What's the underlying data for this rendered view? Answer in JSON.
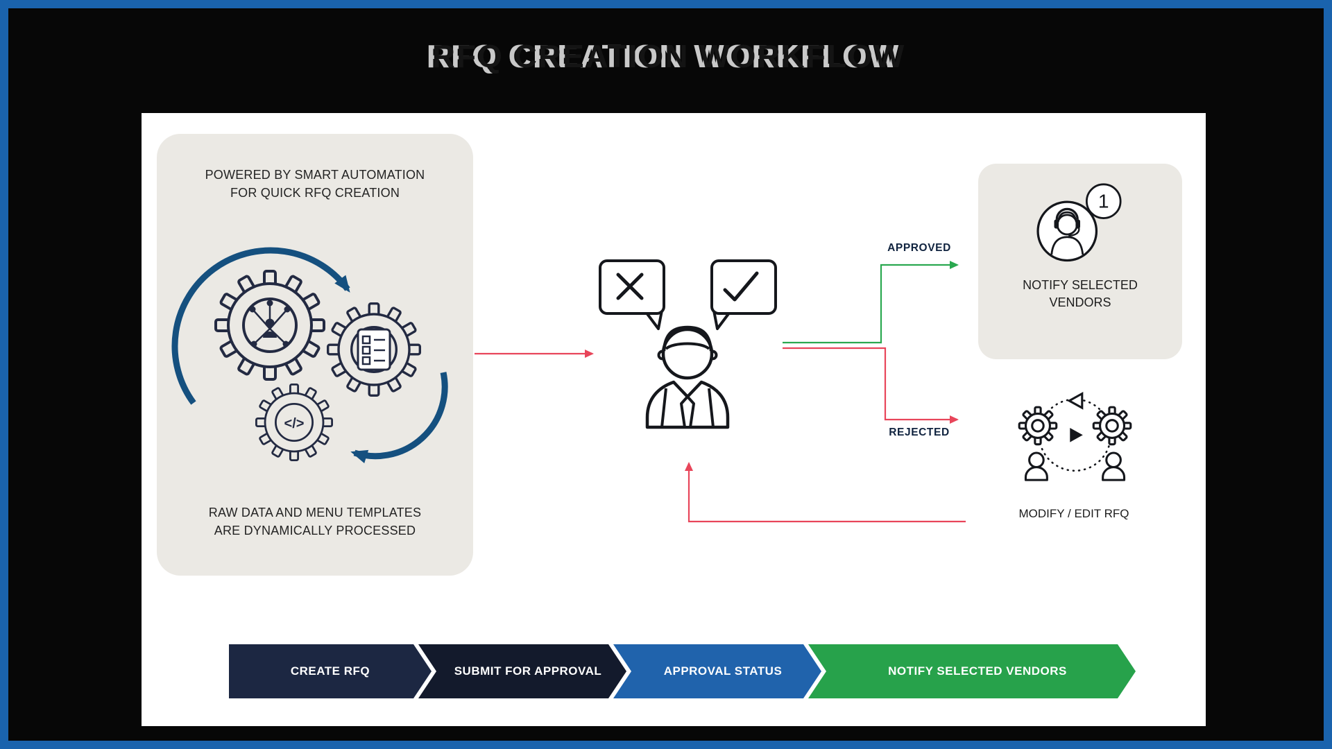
{
  "title": "RFQ CREATION WORKFLOW",
  "automation_box": {
    "top_text": "POWERED BY SMART AUTOMATION FOR QUICK RFQ CREATION",
    "bottom_text": "RAW DATA AND MENU TEMPLATES ARE DYNAMICALLY PROCESSED",
    "code_glyph": "</>"
  },
  "decision": {
    "approved_label": "APPROVED",
    "rejected_label": "REJECTED"
  },
  "notify_box": {
    "label": "NOTIFY SELECTED VENDORS",
    "badge_count": "1"
  },
  "modify": {
    "label": "MODIFY / EDIT RFQ"
  },
  "steps": [
    {
      "label": "CREATE RFQ"
    },
    {
      "label": "SUBMIT FOR APPROVAL"
    },
    {
      "label": "APPROVAL STATUS"
    },
    {
      "label": "NOTIFY SELECTED VENDORS"
    }
  ],
  "colors": {
    "frame_border": "#1a63ad",
    "background": "#070707",
    "panel": "#ffffff",
    "card_bg": "#ebe9e4",
    "line_dark": "#15171c",
    "arrow_red": "#e8455a",
    "arrow_green": "#2aa84f",
    "curve_blue": "#15507f",
    "step1": "#1c2742",
    "step2": "#131a2c",
    "step3": "#2063ac",
    "step4": "#27a24b"
  }
}
